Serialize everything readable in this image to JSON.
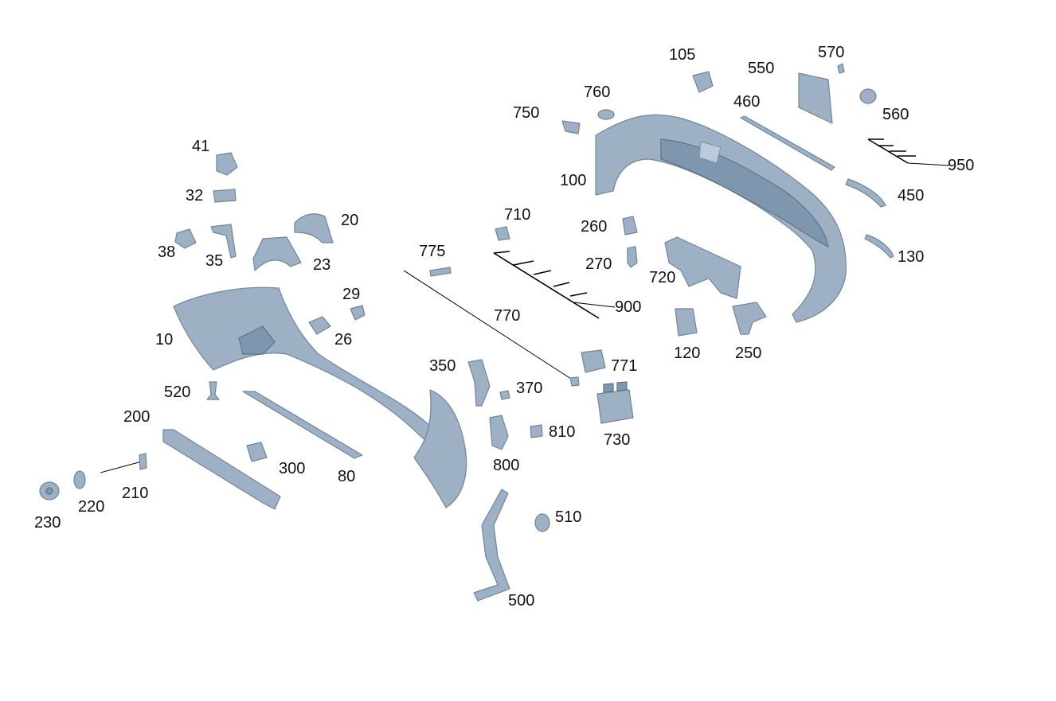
{
  "labels": {
    "p10": "10",
    "p20": "20",
    "p23": "23",
    "p26": "26",
    "p29": "29",
    "p32": "32",
    "p35": "35",
    "p38": "38",
    "p41": "41",
    "p80": "80",
    "p100": "100",
    "p105": "105",
    "p120": "120",
    "p130": "130",
    "p200": "200",
    "p210": "210",
    "p220": "220",
    "p230": "230",
    "p250": "250",
    "p260": "260",
    "p270": "270",
    "p300": "300",
    "p350": "350",
    "p370": "370",
    "p450": "450",
    "p460": "460",
    "p500": "500",
    "p510": "510",
    "p520": "520",
    "p550": "550",
    "p560": "560",
    "p570": "570",
    "p710": "710",
    "p720": "720",
    "p730": "730",
    "p750": "750",
    "p760": "760",
    "p770": "770",
    "p771": "771",
    "p775": "775",
    "p800": "800",
    "p810": "810",
    "p900": "900",
    "p950": "950"
  },
  "colors": {
    "part_fill": "#9db0c4",
    "part_stroke": "#6f869d",
    "leader": "#000000"
  }
}
